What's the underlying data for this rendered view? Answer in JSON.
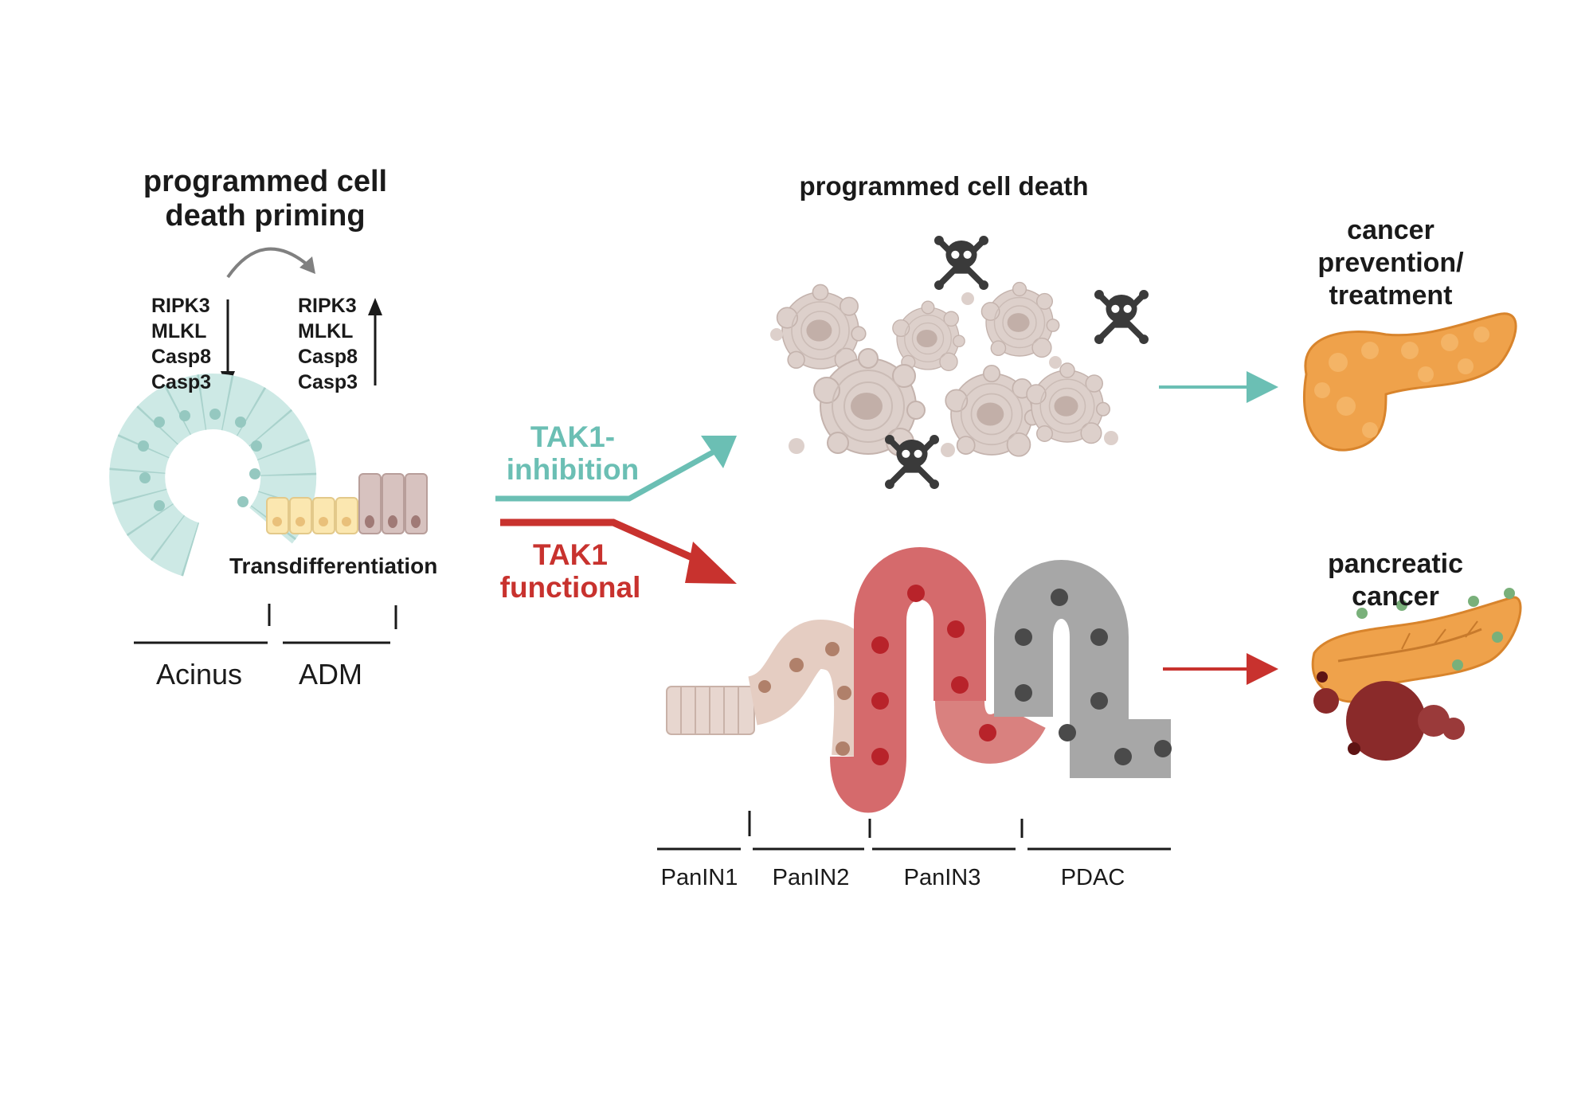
{
  "priming": {
    "title_line1": "programmed cell",
    "title_line2": "death priming",
    "markers_down": [
      "RIPK3",
      "MLKL",
      "Casp8",
      "Casp3"
    ],
    "markers_up": [
      "RIPK3",
      "MLKL",
      "Casp8",
      "Casp3"
    ]
  },
  "transdifferentiation": "Transdifferentiation",
  "early_stages": [
    "Acinus",
    "ADM"
  ],
  "branches": {
    "inhibition_line1": "TAK1-",
    "inhibition_line2": "inhibition",
    "functional_line1": "TAK1",
    "functional_line2": "functional"
  },
  "death_title": "programmed cell death",
  "outcomes": {
    "prevention_line1": "cancer",
    "prevention_line2": "prevention/",
    "prevention_line3": "treatment",
    "cancer_line1": "pancreatic",
    "cancer_line2": "cancer"
  },
  "late_stages": [
    "PanIN1",
    "PanIN2",
    "PanIN3",
    "PDAC"
  ],
  "colors": {
    "teal": "#6bbfb4",
    "red": "#c8322e",
    "acinar": "#cde9e5",
    "adm_yellow": "#fbe7b0",
    "adm_mauve": "#d7c2bf",
    "dying_cell": "#d9cbc6",
    "panin1": "#e7d6cf",
    "panin3": "#d56a6c",
    "pdac": "#a7a7a7",
    "pancreas": "#efa24b",
    "tumor": "#8a2a2a",
    "nodule": "#79b07a"
  },
  "icons": [
    "curved-arrow-icon",
    "down-arrow-icon",
    "up-arrow-icon",
    "skull-crossbones-icon",
    "pancreas-icon"
  ]
}
